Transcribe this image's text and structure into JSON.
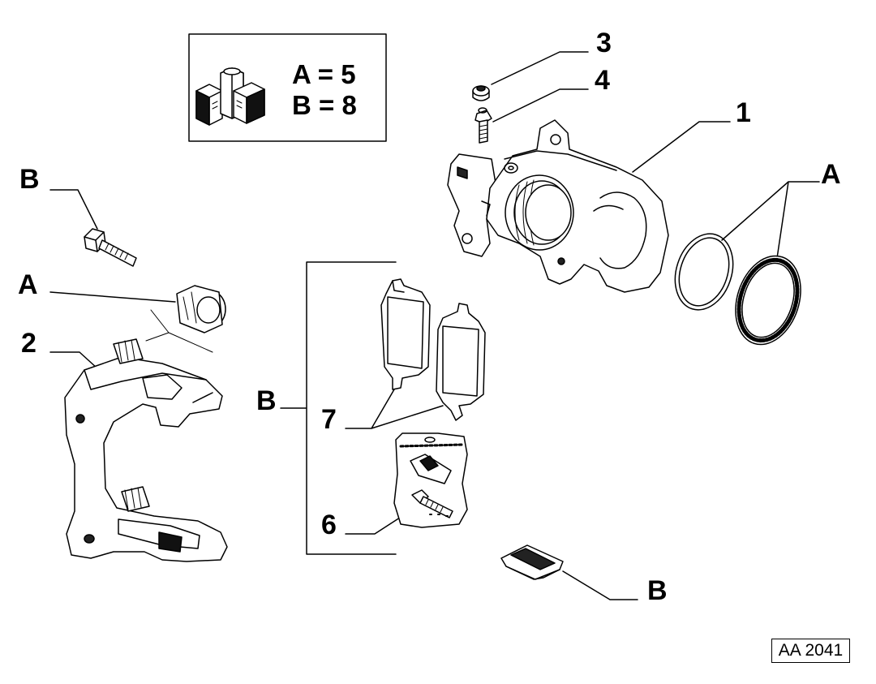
{
  "kit_box": {
    "line_a": "A = 5",
    "line_b": "B = 8",
    "icon": "spare-parts-kit-boxes-icon"
  },
  "callouts": {
    "part_1": "1",
    "part_2": "2",
    "part_3": "3",
    "part_4": "4",
    "part_6": "6",
    "part_7": "7",
    "a_top_right": "A",
    "a_left": "A",
    "b_top_left": "B",
    "b_bracket": "B",
    "b_bottom_right": "B"
  },
  "reference_code": "AA 2041"
}
